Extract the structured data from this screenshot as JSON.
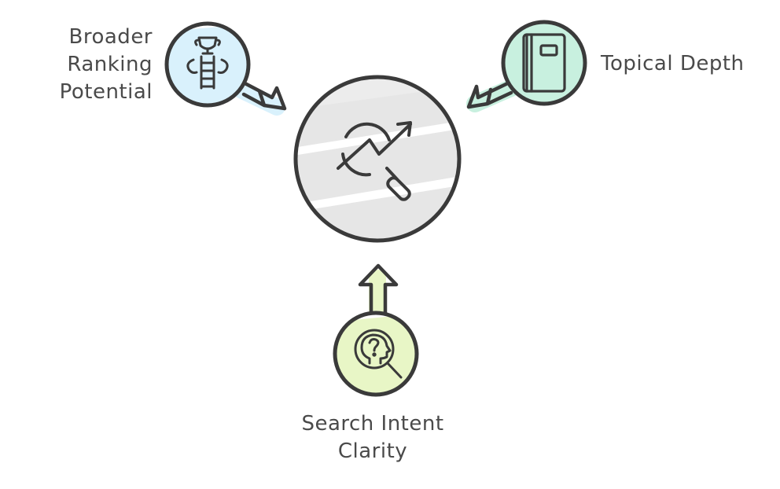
{
  "diagram": {
    "nodes": [
      {
        "id": "broader-ranking",
        "label_lines": [
          "Broader",
          "Ranking",
          "Potential"
        ],
        "icon": "trophy-ladder-icon",
        "fill": "#d9f1fc"
      },
      {
        "id": "topical-depth",
        "label_lines": [
          "Topical Depth"
        ],
        "icon": "notebook-icon",
        "fill": "#c8f0df"
      },
      {
        "id": "search-intent",
        "label_lines": [
          "Search Intent",
          "Clarity"
        ],
        "icon": "head-question-icon",
        "fill": "#e8f6c6"
      }
    ],
    "center": {
      "icon": "trend-magnifier-icon",
      "fill": "#e6e6e6"
    },
    "colors": {
      "stroke": "#3a3a3a",
      "text": "#4a4a4a",
      "blue_fill": "#d9f1fc",
      "mint_fill": "#c8f0df",
      "lime_fill": "#e8f6c6",
      "center_fill": "#e6e6e6"
    }
  }
}
